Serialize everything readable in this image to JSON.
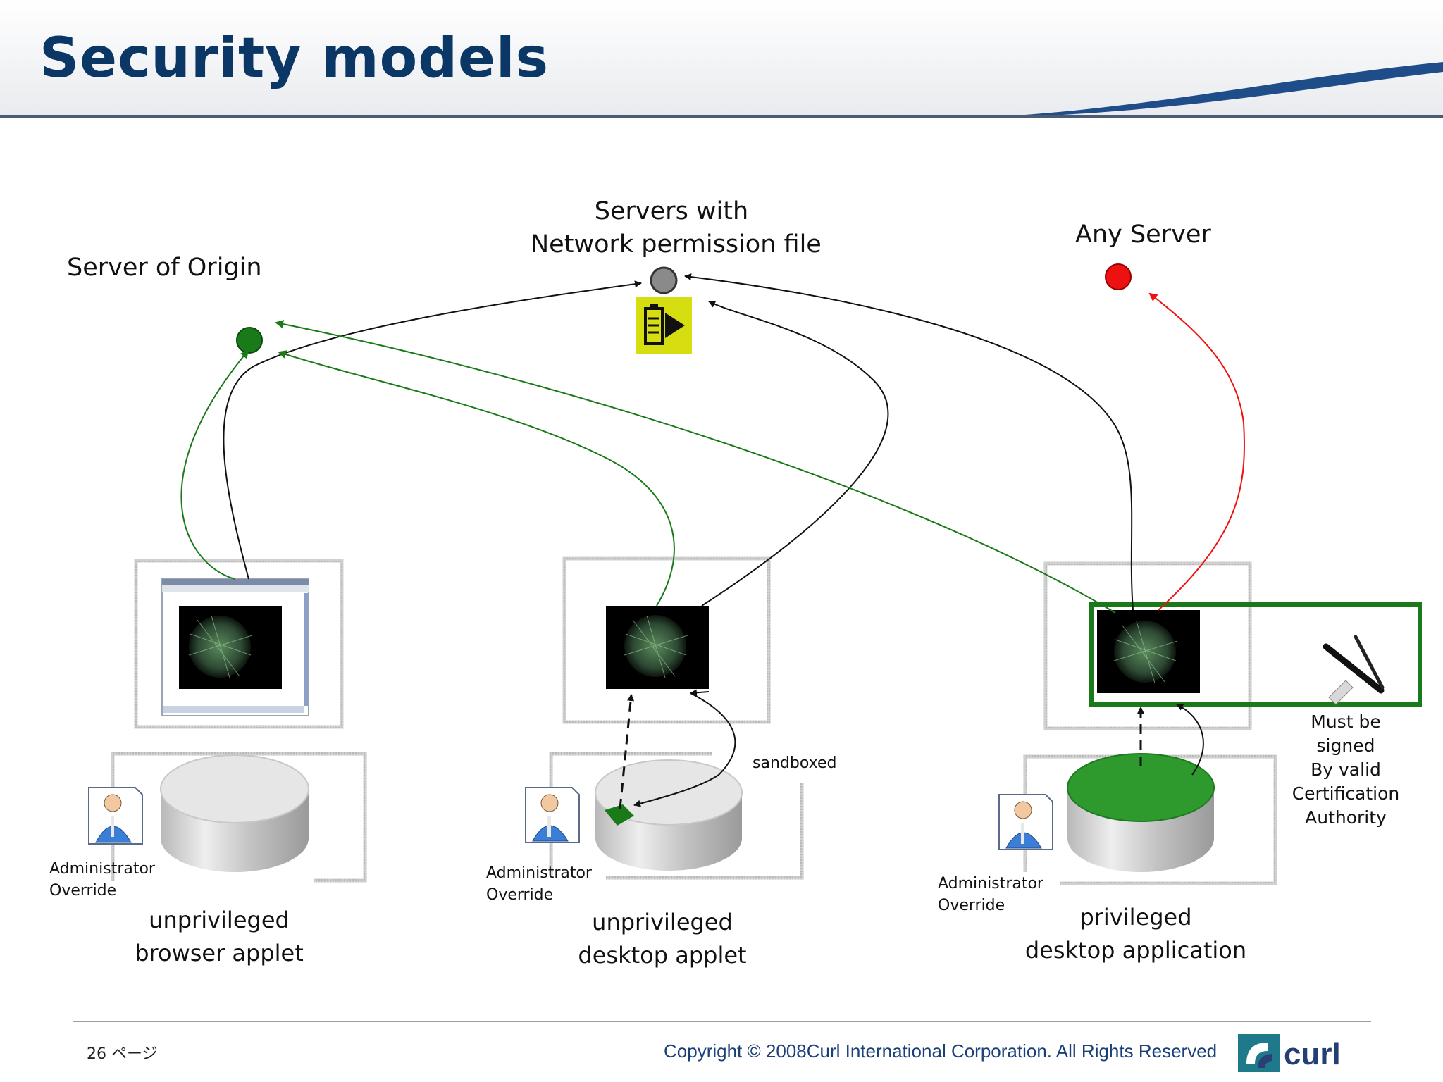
{
  "slide": {
    "title": "Security models",
    "page_number": "26 ページ",
    "copyright": "Copyright © 2008Curl International Corporation. All Rights Reserved",
    "logo_text": "curl"
  },
  "servers": {
    "origin": {
      "label": "Server of Origin",
      "color": "#1a7a1a"
    },
    "network": {
      "label_line1": "Servers with",
      "label_line2": "Network permission file",
      "color": "#8a8a8a",
      "icon": "permission-file-icon",
      "icon_color": "#d6dd10"
    },
    "any": {
      "label": "Any  Server",
      "color": "#ee1111"
    }
  },
  "columns": {
    "browser_applet": {
      "label_line1": "unprivileged",
      "label_line2": "browser applet",
      "admin_line1": "Administrator",
      "admin_line2": "Override",
      "disk_color": "#e2e2e2"
    },
    "desktop_applet": {
      "label_line1": "unprivileged",
      "label_line2": "desktop applet",
      "admin_line1": "Administrator",
      "admin_line2": "Override",
      "sandbox_label": "sandboxed",
      "sandbox_color": "#1a7a1a",
      "disk_color": "#e2e2e2"
    },
    "desktop_app": {
      "label_line1": "privileged",
      "label_line2": "desktop application",
      "admin_line1": "Administrator",
      "admin_line2": "Override",
      "disk_color": "#2e9a2e"
    }
  },
  "signing": {
    "line1": "Must be",
    "line2": "signed",
    "line3": "By valid",
    "line4": "Certification",
    "line5": "Authority",
    "frame_color": "#1a7a1a"
  }
}
